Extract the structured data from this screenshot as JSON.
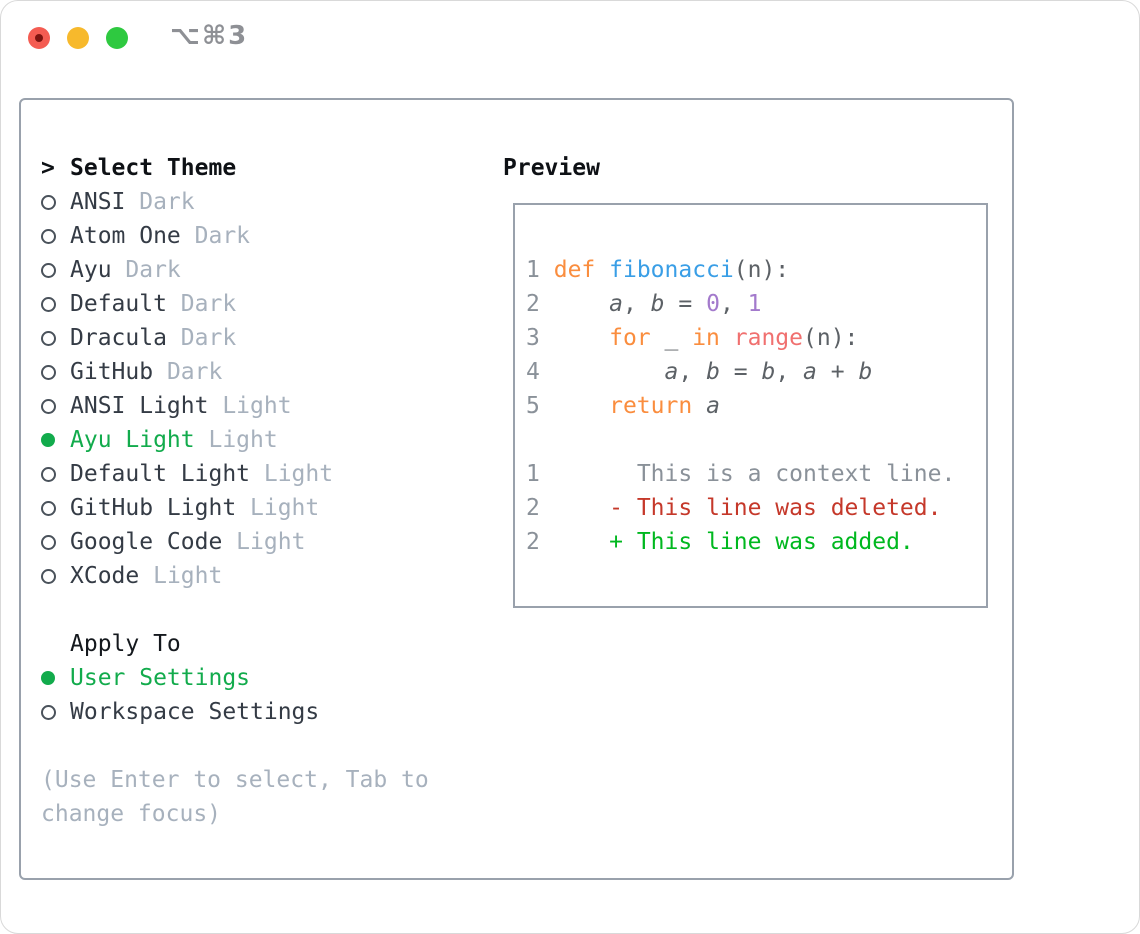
{
  "window": {
    "shortcut_label": "⌥⌘3"
  },
  "theme_panel": {
    "header_prompt": ">",
    "header_label": "Select Theme",
    "themes": [
      {
        "name": "ANSI",
        "variant": "Dark",
        "selected": false
      },
      {
        "name": "Atom One",
        "variant": "Dark",
        "selected": false
      },
      {
        "name": "Ayu",
        "variant": "Dark",
        "selected": false
      },
      {
        "name": "Default",
        "variant": "Dark",
        "selected": false
      },
      {
        "name": "Dracula",
        "variant": "Dark",
        "selected": false
      },
      {
        "name": "GitHub",
        "variant": "Dark",
        "selected": false
      },
      {
        "name": "ANSI Light",
        "variant": "Light",
        "selected": false
      },
      {
        "name": "Ayu Light",
        "variant": "Light",
        "selected": true
      },
      {
        "name": "Default Light",
        "variant": "Light",
        "selected": false
      },
      {
        "name": "GitHub Light",
        "variant": "Light",
        "selected": false
      },
      {
        "name": "Google Code",
        "variant": "Light",
        "selected": false
      },
      {
        "name": "XCode",
        "variant": "Light",
        "selected": false
      }
    ],
    "apply_header": "Apply To",
    "apply_options": [
      {
        "label": "User Settings",
        "selected": true
      },
      {
        "label": "Workspace Settings",
        "selected": false
      }
    ],
    "help_line1": "(Use Enter to select, Tab to",
    "help_line2": "change focus)"
  },
  "preview": {
    "label": "Preview",
    "code_lines": [
      {
        "num": "1",
        "tokens": [
          {
            "t": "def",
            "c": "kw"
          },
          {
            "t": " "
          },
          {
            "t": "fibonacci",
            "c": "fn"
          },
          {
            "t": "(n):"
          }
        ]
      },
      {
        "num": "2",
        "tokens": [
          {
            "t": "    "
          },
          {
            "t": "a",
            "i": true
          },
          {
            "t": ", "
          },
          {
            "t": "b",
            "i": true
          },
          {
            "t": " = "
          },
          {
            "t": "0",
            "c": "num"
          },
          {
            "t": ", "
          },
          {
            "t": "1",
            "c": "num"
          }
        ]
      },
      {
        "num": "3",
        "tokens": [
          {
            "t": "    "
          },
          {
            "t": "for",
            "c": "kw"
          },
          {
            "t": " _ "
          },
          {
            "t": "in",
            "c": "kw"
          },
          {
            "t": " "
          },
          {
            "t": "range",
            "c": "rng"
          },
          {
            "t": "(n):"
          }
        ]
      },
      {
        "num": "4",
        "tokens": [
          {
            "t": "        "
          },
          {
            "t": "a",
            "i": true
          },
          {
            "t": ", "
          },
          {
            "t": "b",
            "i": true
          },
          {
            "t": " = "
          },
          {
            "t": "b",
            "i": true
          },
          {
            "t": ", "
          },
          {
            "t": "a",
            "i": true
          },
          {
            "t": " + "
          },
          {
            "t": "b",
            "i": true
          }
        ]
      },
      {
        "num": "5",
        "tokens": [
          {
            "t": "    "
          },
          {
            "t": "return",
            "c": "kw"
          },
          {
            "t": " "
          },
          {
            "t": "a",
            "i": true
          }
        ]
      }
    ],
    "diff_lines": [
      {
        "num": "1",
        "sign": " ",
        "text": "This is a context line.",
        "kind": "ctx"
      },
      {
        "num": "2",
        "sign": "-",
        "text": "This line was deleted.",
        "kind": "del"
      },
      {
        "num": "2",
        "sign": "+",
        "text": "This line was added.",
        "kind": "add"
      }
    ]
  },
  "colors": {
    "accent_green": "#12ab4c",
    "keyword_orange": "#fa8d3e",
    "function_blue": "#399ee6",
    "number_purple": "#a37acc",
    "builtin_coral": "#f0706f",
    "diff_deleted_red": "#c5382a",
    "diff_added_green": "#00b81f",
    "muted_gray": "#a7b1bd",
    "line_number_gray": "#8a9199",
    "panel_border_gray": "#99a1ac",
    "traffic_red": "#f45c52",
    "traffic_yellow": "#f7b92c",
    "traffic_green": "#2ec940"
  }
}
